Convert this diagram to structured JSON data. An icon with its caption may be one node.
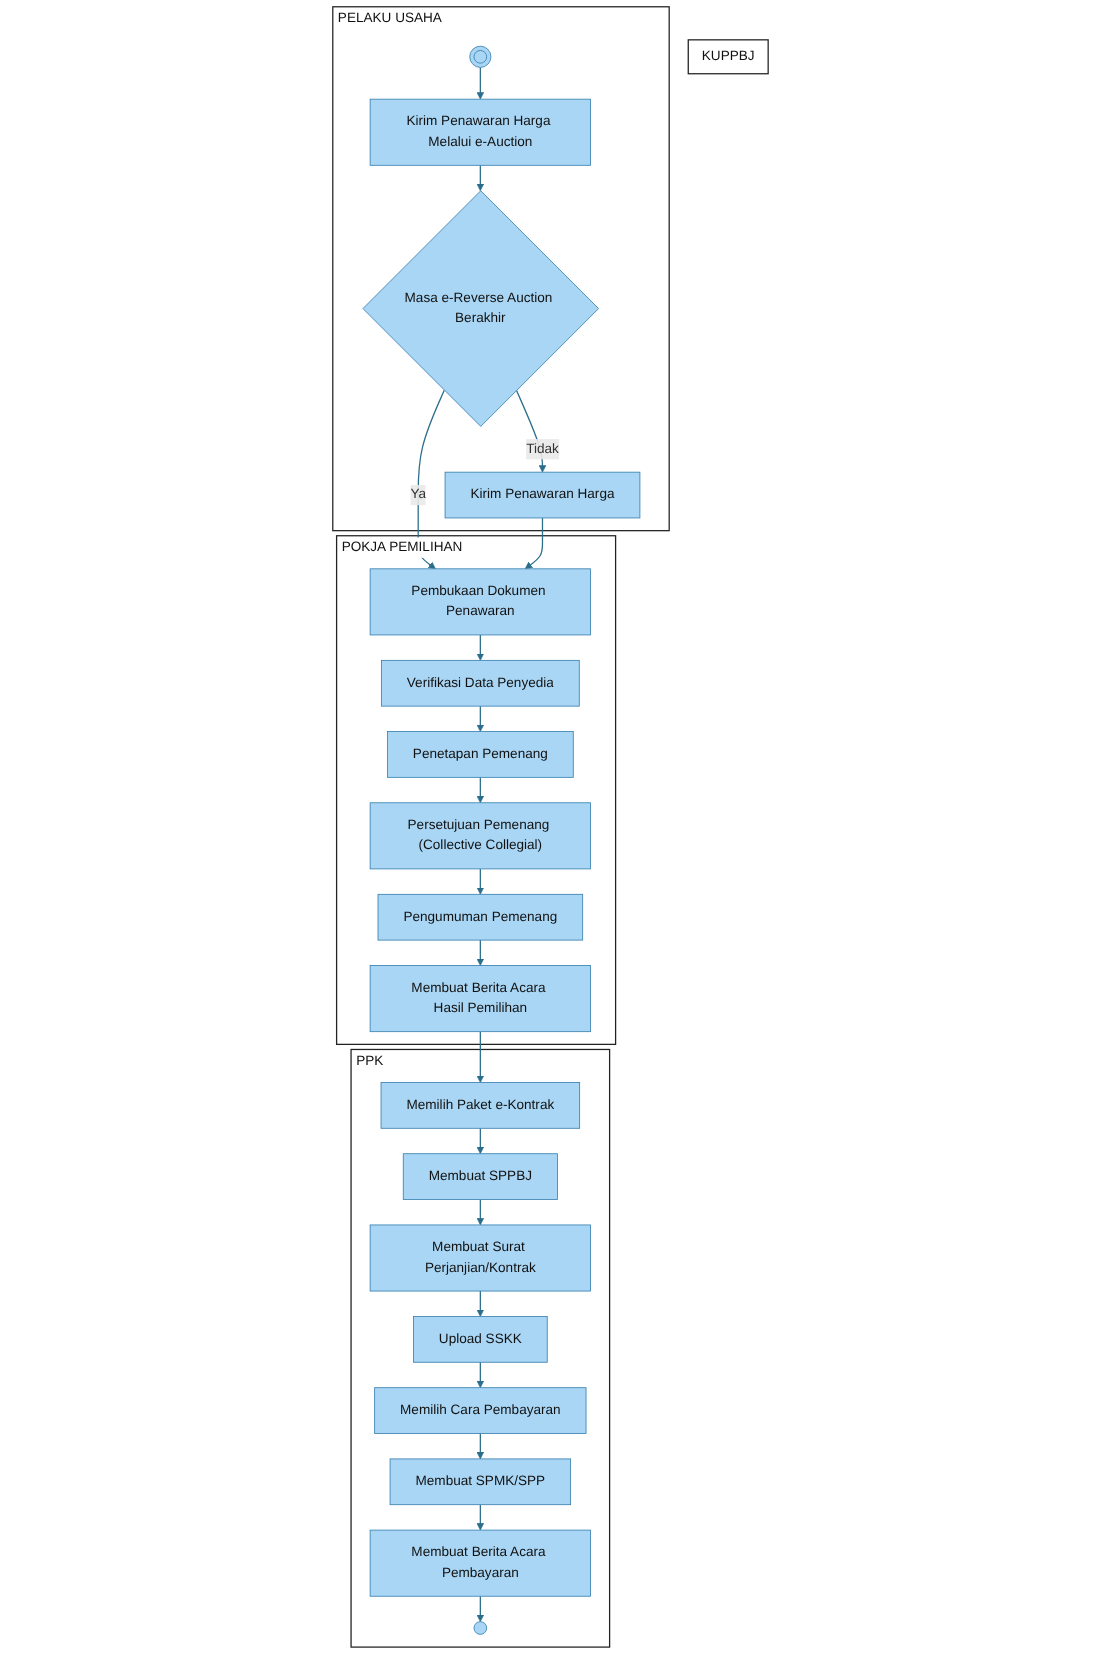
{
  "diagram": {
    "nodes": [
      {
        "text": [
          "PPK"
        ]
      },
      {
        "text": [
          "KUPPBJ"
        ]
      },
      {
        "text": [
          "POKJA PEMILIHAN"
        ]
      },
      {
        "text": [
          "PELAKU USAHA"
        ]
      },
      {
        "text": [],
        "shape": "circle",
        "in": 3
      },
      {
        "text": [
          "Kirim Penawaran Harga Melalui e-Auction"
        ],
        "in": 3
      },
      {
        "text": [
          "Masa e-Reverse Auction Berakhir"
        ],
        "in": 3
      },
      {
        "text": [
          "Pembukaan Dokumen Penawaran"
        ],
        "in": 2
      },
      {
        "text": [
          "Kirim Penawaran Harga"
        ],
        "in": 3
      },
      {
        "text": [
          "Verifikasi Data Penyedia"
        ],
        "in": 2
      },
      {
        "text": [
          "Penetapan Pemenang"
        ],
        "in": 2
      },
      {
        "text": [
          "Persetujuan Pemenang (Collective Collegial)"
        ],
        "in": 2
      },
      {
        "text": [
          "Pengumuman Pemenang"
        ],
        "in": 2
      },
      {
        "text": [
          "Membuat Berita Acara Hasil Pemilihan"
        ],
        "in": 2
      },
      {
        "text": [
          "Memilih Paket e-Kontrak"
        ],
        "in": 0
      },
      {
        "text": [
          "Membuat SPPBJ"
        ],
        "in": 0
      },
      {
        "text": [
          "Membuat Surat Perjanjian/Kontrak"
        ],
        "in": 0
      },
      {
        "text": [
          "Upload SSKK"
        ],
        "in": 0
      },
      {
        "text": [
          "Memilih Cara Pembayaran"
        ],
        "in": 0
      },
      {
        "text": [
          "Membuat SPMK/SPP"
        ],
        "in": 0
      },
      {
        "text": [
          "Membuat Berita Acara Pembayaran"
        ],
        "in": 0
      },
      {
        "text": [],
        "shape": "circle",
        "in": 0
      }
    ],
    "edges": [
      {
        "from": 4,
        "to": 5,
        "arrow": "to"
      },
      {
        "from": 5,
        "to": 6,
        "arrow": "to"
      },
      {
        "from": 6,
        "to": 7,
        "label": "Ya",
        "arrow": "to"
      },
      {
        "from": 6,
        "to": 8,
        "label": "Tidak",
        "arrow": "to"
      },
      {
        "from": 8,
        "to": 7,
        "arrow": "to"
      },
      {
        "from": 7,
        "to": 9,
        "arrow": "to"
      },
      {
        "from": 9,
        "to": 10,
        "arrow": "to"
      },
      {
        "from": 10,
        "to": 11,
        "arrow": "to"
      },
      {
        "from": 11,
        "to": 12,
        "arrow": "to"
      },
      {
        "from": 12,
        "to": 13,
        "arrow": "to"
      },
      {
        "from": 13,
        "to": 14,
        "arrow": "to"
      },
      {
        "from": 14,
        "to": 15,
        "arrow": "to"
      },
      {
        "from": 15,
        "to": 16,
        "arrow": "to"
      },
      {
        "from": 16,
        "to": 17,
        "arrow": "to"
      },
      {
        "from": 17,
        "to": 18,
        "arrow": "to"
      },
      {
        "from": 18,
        "to": 19,
        "arrow": "to"
      },
      {
        "from": 19,
        "to": 20,
        "arrow": "to"
      },
      {
        "from": 20,
        "to": 21,
        "arrow": "to"
      }
    ]
  }
}
